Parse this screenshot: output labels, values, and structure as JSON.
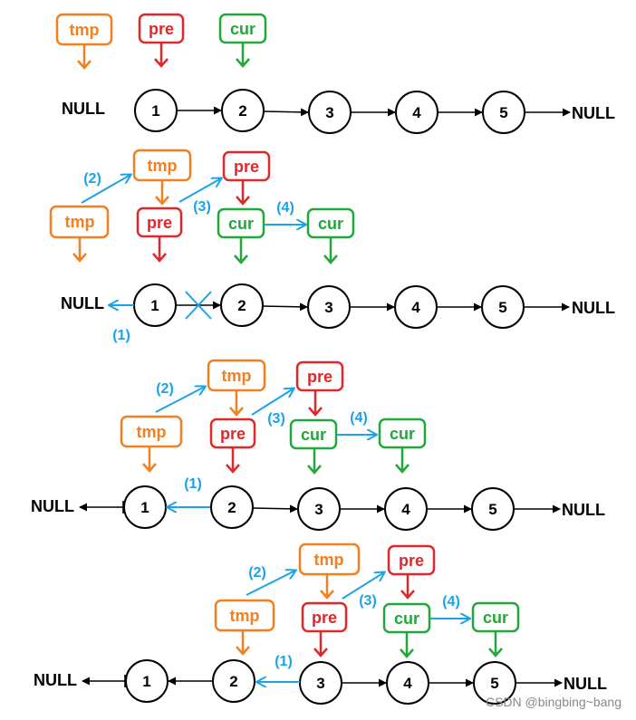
{
  "labels": {
    "null": "NULL",
    "tmp": "tmp",
    "pre": "pre",
    "cur": "cur",
    "step1": "(1)",
    "step2": "(2)",
    "step3": "(3)",
    "step4": "(4)"
  },
  "nodes": [
    "1",
    "2",
    "3",
    "4",
    "5"
  ],
  "colors": {
    "tmp": "#f28020",
    "pre": "#e0282a",
    "cur": "#22a83a",
    "step": "#1aa3e8",
    "link": "#000000"
  },
  "watermark": "CSDN @bingbing~bang"
}
